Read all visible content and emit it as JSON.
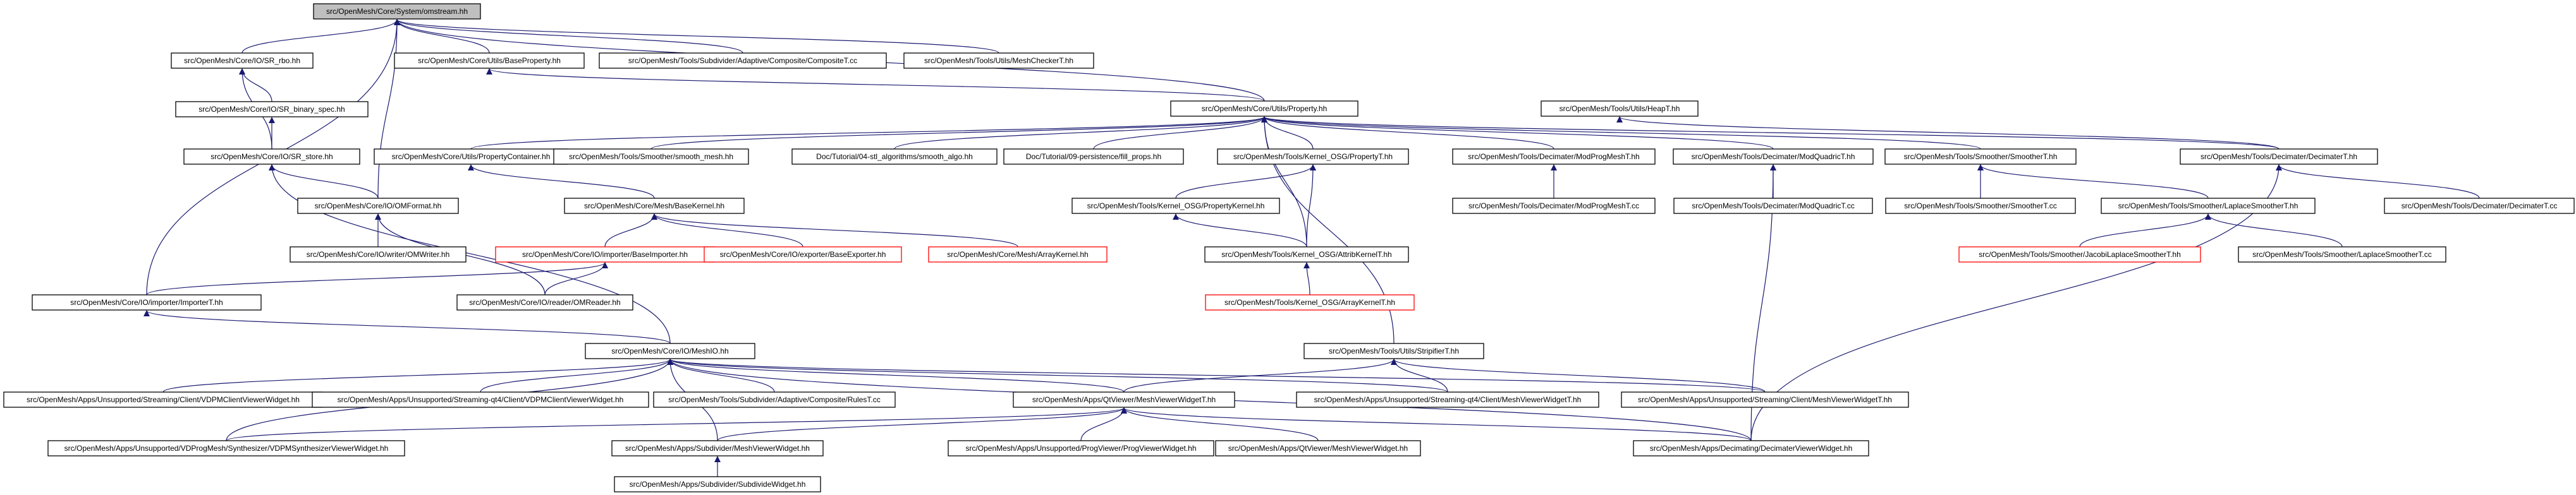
{
  "graph": {
    "edge_color": "#191970",
    "missing_color": "#ff0000",
    "nodes": [
      {
        "id": "root",
        "label": "src/OpenMesh/Core/System/omstream.hh",
        "root": true
      },
      {
        "id": "sr_rbo",
        "label": "src/OpenMesh/Core/IO/SR_rbo.hh"
      },
      {
        "id": "baseprop",
        "label": "src/OpenMesh/Core/Utils/BaseProperty.hh"
      },
      {
        "id": "composite_cc",
        "label": "src/OpenMesh/Tools/Subdivider/Adaptive/Composite/CompositeT.cc"
      },
      {
        "id": "meshchecker",
        "label": "src/OpenMesh/Tools/Utils/MeshCheckerT.hh"
      },
      {
        "id": "sr_binary_spec",
        "label": "src/OpenMesh/Core/IO/SR_binary_spec.hh"
      },
      {
        "id": "property",
        "label": "src/OpenMesh/Core/Utils/Property.hh"
      },
      {
        "id": "heapt",
        "label": "src/OpenMesh/Tools/Utils/HeapT.hh"
      },
      {
        "id": "sr_store",
        "label": "src/OpenMesh/Core/IO/SR_store.hh"
      },
      {
        "id": "propcontainer",
        "label": "src/OpenMesh/Core/Utils/PropertyContainer.hh"
      },
      {
        "id": "smooth_mesh",
        "label": "src/OpenMesh/Tools/Smoother/smooth_mesh.hh"
      },
      {
        "id": "tut04",
        "label": "Doc/Tutorial/04-stl_algorithms/smooth_algo.hh"
      },
      {
        "id": "tut09",
        "label": "Doc/Tutorial/09-persistence/fill_props.hh"
      },
      {
        "id": "osg_propertyt",
        "label": "src/OpenMesh/Tools/Kernel_OSG/PropertyT.hh"
      },
      {
        "id": "modprogmesh",
        "label": "src/OpenMesh/Tools/Decimater/ModProgMeshT.hh"
      },
      {
        "id": "modquadric",
        "label": "src/OpenMesh/Tools/Decimater/ModQuadricT.hh"
      },
      {
        "id": "smoothert",
        "label": "src/OpenMesh/Tools/Smoother/SmootherT.hh"
      },
      {
        "id": "decimatert",
        "label": "src/OpenMesh/Tools/Decimater/DecimaterT.hh"
      },
      {
        "id": "omformat",
        "label": "src/OpenMesh/Core/IO/OMFormat.hh"
      },
      {
        "id": "basekernel",
        "label": "src/OpenMesh/Core/Mesh/BaseKernel.hh"
      },
      {
        "id": "osg_propkernel",
        "label": "src/OpenMesh/Tools/Kernel_OSG/PropertyKernel.hh"
      },
      {
        "id": "modprogmesh_cc",
        "label": "src/OpenMesh/Tools/Decimater/ModProgMeshT.cc"
      },
      {
        "id": "modquadric_cc",
        "label": "src/OpenMesh/Tools/Decimater/ModQuadricT.cc"
      },
      {
        "id": "smoothert_cc",
        "label": "src/OpenMesh/Tools/Smoother/SmootherT.cc"
      },
      {
        "id": "laplace_hh",
        "label": "src/OpenMesh/Tools/Smoother/LaplaceSmootherT.hh"
      },
      {
        "id": "decimatert_cc",
        "label": "src/OpenMesh/Tools/Decimater/DecimaterT.cc"
      },
      {
        "id": "omwriter",
        "label": "src/OpenMesh/Core/IO/writer/OMWriter.hh"
      },
      {
        "id": "baseimporter",
        "label": "src/OpenMesh/Core/IO/importer/BaseImporter.hh",
        "missing": true
      },
      {
        "id": "baseexporter",
        "label": "src/OpenMesh/Core/IO/exporter/BaseExporter.hh",
        "missing": true
      },
      {
        "id": "arraykernel",
        "label": "src/OpenMesh/Core/Mesh/ArrayKernel.hh",
        "missing": true
      },
      {
        "id": "osg_attribkernel",
        "label": "src/OpenMesh/Tools/Kernel_OSG/AttribKernelT.hh"
      },
      {
        "id": "jacobi",
        "label": "src/OpenMesh/Tools/Smoother/JacobiLaplaceSmootherT.hh",
        "missing": true
      },
      {
        "id": "laplace_cc",
        "label": "src/OpenMesh/Tools/Smoother/LaplaceSmootherT.cc"
      },
      {
        "id": "importert",
        "label": "src/OpenMesh/Core/IO/importer/ImporterT.hh"
      },
      {
        "id": "omreader",
        "label": "src/OpenMesh/Core/IO/reader/OMReader.hh"
      },
      {
        "id": "osg_arraykernel",
        "label": "src/OpenMesh/Tools/Kernel_OSG/ArrayKernelT.hh",
        "missing": true
      },
      {
        "id": "meshio",
        "label": "src/OpenMesh/Core/IO/MeshIO.hh"
      },
      {
        "id": "stripifier",
        "label": "src/OpenMesh/Tools/Utils/StripifierT.hh"
      },
      {
        "id": "vdpm_client_viewer",
        "label": "src/OpenMesh/Apps/Unsupported/Streaming/Client/VDPMClientViewerWidget.hh"
      },
      {
        "id": "vdpm_qt4_client_viewer",
        "label": "src/OpenMesh/Apps/Unsupported/Streaming-qt4/Client/VDPMClientViewerWidget.hh"
      },
      {
        "id": "rules_cc",
        "label": "src/OpenMesh/Tools/Subdivider/Adaptive/Composite/RulesT.cc"
      },
      {
        "id": "qtviewer_meshviewer_t",
        "label": "src/OpenMesh/Apps/QtViewer/MeshViewerWidgetT.hh"
      },
      {
        "id": "qt4_client_meshviewer",
        "label": "src/OpenMesh/Apps/Unsupported/Streaming-qt4/Client/MeshViewerWidgetT.hh"
      },
      {
        "id": "client_meshviewer",
        "label": "src/OpenMesh/Apps/Unsupported/Streaming/Client/MeshViewerWidgetT.hh"
      },
      {
        "id": "vdpm_synth",
        "label": "src/OpenMesh/Apps/Unsupported/VDProgMesh/Synthesizer/VDPMSynthesizerViewerWidget.hh"
      },
      {
        "id": "subdivider_meshviewer",
        "label": "src/OpenMesh/Apps/Subdivider/MeshViewerWidget.hh"
      },
      {
        "id": "progviewer",
        "label": "src/OpenMesh/Apps/Unsupported/ProgViewer/ProgViewerWidget.hh"
      },
      {
        "id": "qtviewer_meshviewer",
        "label": "src/OpenMesh/Apps/QtViewer/MeshViewerWidget.hh"
      },
      {
        "id": "decimating_viewer",
        "label": "src/OpenMesh/Apps/Decimating/DecimaterViewerWidget.hh"
      },
      {
        "id": "subdividewidget",
        "label": "src/OpenMesh/Apps/Subdivider/SubdivideWidget.hh"
      }
    ],
    "edges": [
      [
        "sr_rbo",
        "root"
      ],
      [
        "baseprop",
        "root"
      ],
      [
        "composite_cc",
        "root"
      ],
      [
        "meshchecker",
        "root"
      ],
      [
        "omformat",
        "root"
      ],
      [
        "importert",
        "root"
      ],
      [
        "property",
        "root"
      ],
      [
        "sr_binary_spec",
        "sr_rbo"
      ],
      [
        "sr_store",
        "sr_rbo"
      ],
      [
        "sr_store",
        "sr_binary_spec"
      ],
      [
        "property",
        "baseprop"
      ],
      [
        "omformat",
        "sr_store"
      ],
      [
        "meshio",
        "sr_store"
      ],
      [
        "propcontainer",
        "property"
      ],
      [
        "smooth_mesh",
        "property"
      ],
      [
        "tut04",
        "property"
      ],
      [
        "tut09",
        "property"
      ],
      [
        "osg_propertyt",
        "property"
      ],
      [
        "osg_attribkernel",
        "property"
      ],
      [
        "modprogmesh",
        "property"
      ],
      [
        "modquadric",
        "property"
      ],
      [
        "smoothert",
        "property"
      ],
      [
        "decimatert",
        "property"
      ],
      [
        "stripifier",
        "property"
      ],
      [
        "decimatert",
        "heapt"
      ],
      [
        "basekernel",
        "propcontainer"
      ],
      [
        "osg_propkernel",
        "osg_propertyt"
      ],
      [
        "osg_attribkernel",
        "osg_propertyt"
      ],
      [
        "modprogmesh_cc",
        "modprogmesh"
      ],
      [
        "modquadric_cc",
        "modquadric"
      ],
      [
        "decimating_viewer",
        "modquadric"
      ],
      [
        "smoothert_cc",
        "smoothert"
      ],
      [
        "laplace_hh",
        "smoothert"
      ],
      [
        "decimatert_cc",
        "decimatert"
      ],
      [
        "decimating_viewer",
        "decimatert"
      ],
      [
        "omwriter",
        "omformat"
      ],
      [
        "omreader",
        "omformat"
      ],
      [
        "baseimporter",
        "basekernel"
      ],
      [
        "baseexporter",
        "basekernel"
      ],
      [
        "arraykernel",
        "basekernel"
      ],
      [
        "osg_attribkernel",
        "osg_propkernel"
      ],
      [
        "jacobi",
        "laplace_hh"
      ],
      [
        "laplace_cc",
        "laplace_hh"
      ],
      [
        "importert",
        "baseimporter"
      ],
      [
        "omreader",
        "baseimporter"
      ],
      [
        "osg_arraykernel",
        "osg_attribkernel"
      ],
      [
        "meshio",
        "importert"
      ],
      [
        "qtviewer_meshviewer_t",
        "stripifier"
      ],
      [
        "qt4_client_meshviewer",
        "stripifier"
      ],
      [
        "client_meshviewer",
        "stripifier"
      ],
      [
        "vdpm_client_viewer",
        "meshio"
      ],
      [
        "vdpm_qt4_client_viewer",
        "meshio"
      ],
      [
        "rules_cc",
        "meshio"
      ],
      [
        "qtviewer_meshviewer_t",
        "meshio"
      ],
      [
        "qt4_client_meshviewer",
        "meshio"
      ],
      [
        "client_meshviewer",
        "meshio"
      ],
      [
        "vdpm_synth",
        "meshio"
      ],
      [
        "subdivider_meshviewer",
        "meshio"
      ],
      [
        "decimating_viewer",
        "meshio"
      ],
      [
        "vdpm_synth",
        "qtviewer_meshviewer_t"
      ],
      [
        "subdivider_meshviewer",
        "qtviewer_meshviewer_t"
      ],
      [
        "progviewer",
        "qtviewer_meshviewer_t"
      ],
      [
        "qtviewer_meshviewer",
        "qtviewer_meshviewer_t"
      ],
      [
        "decimating_viewer",
        "qtviewer_meshviewer_t"
      ],
      [
        "subdividewidget",
        "subdivider_meshviewer"
      ]
    ]
  }
}
